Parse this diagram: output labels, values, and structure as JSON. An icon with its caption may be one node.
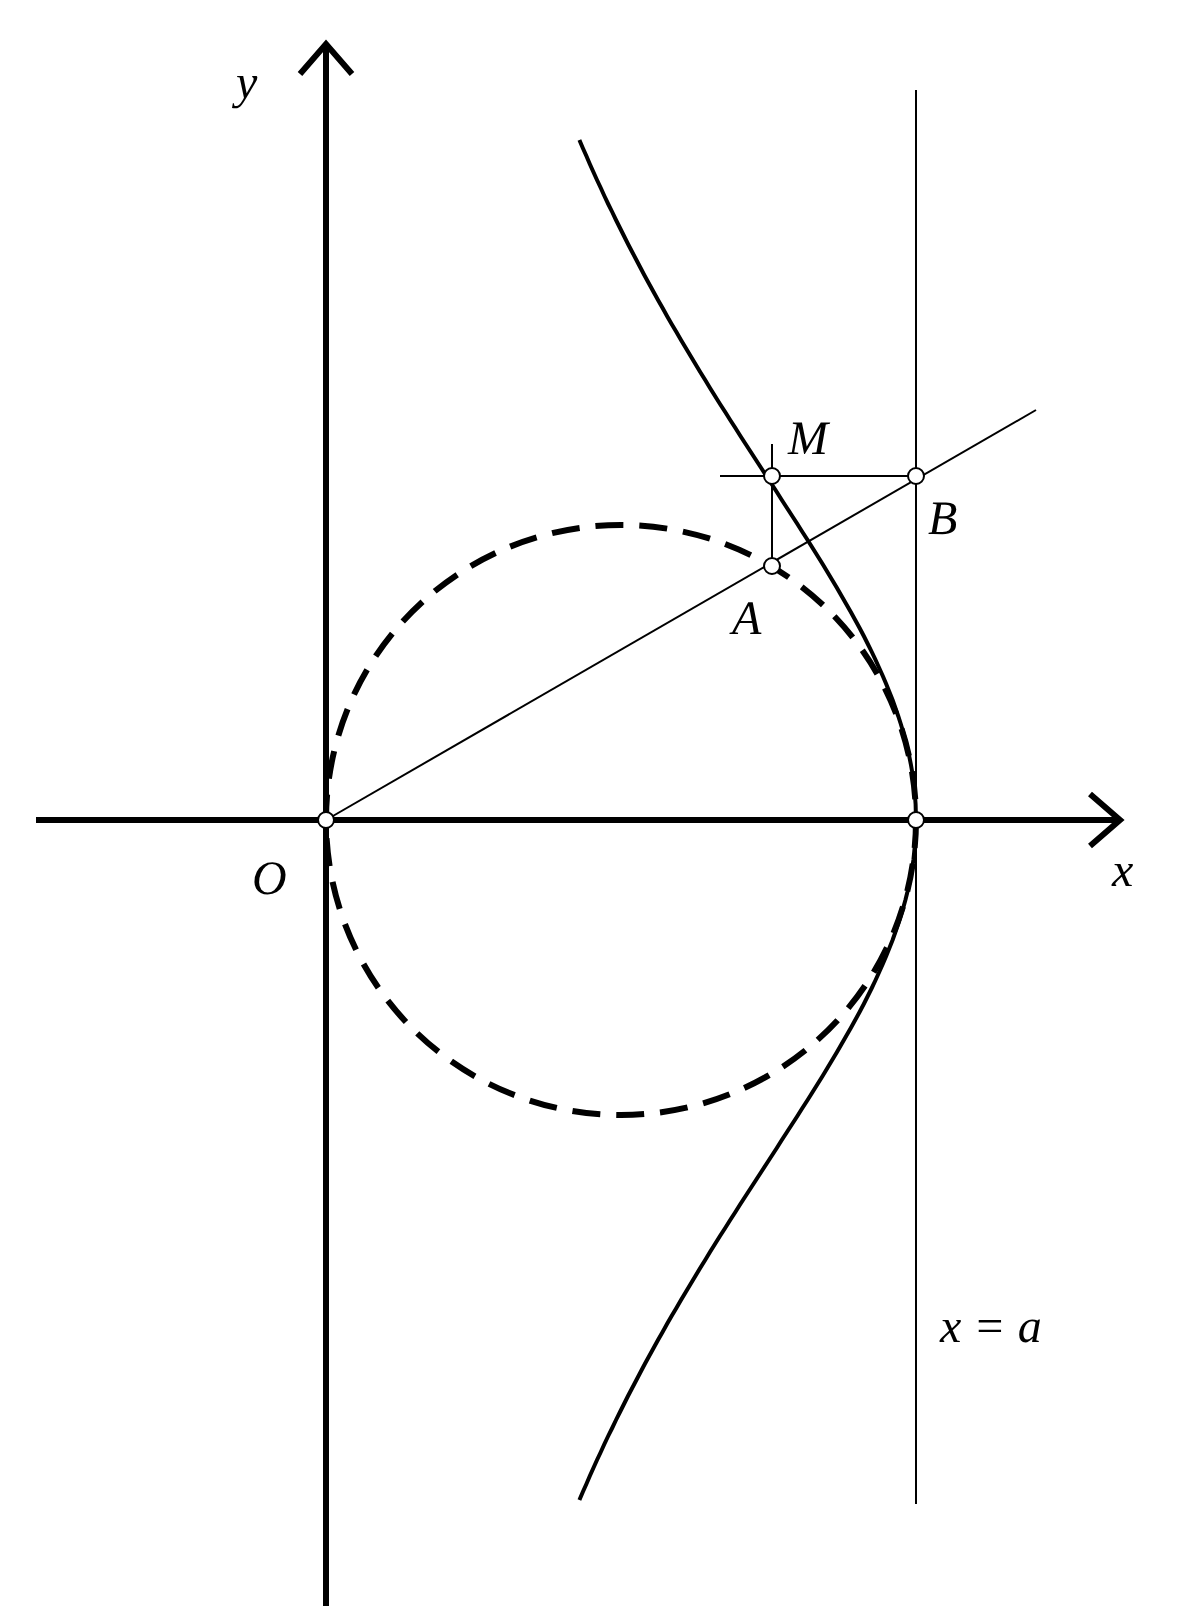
{
  "diagram": {
    "labels": [
      "y",
      "M",
      "B",
      "A",
      "O",
      "x",
      "x = a"
    ]
  }
}
